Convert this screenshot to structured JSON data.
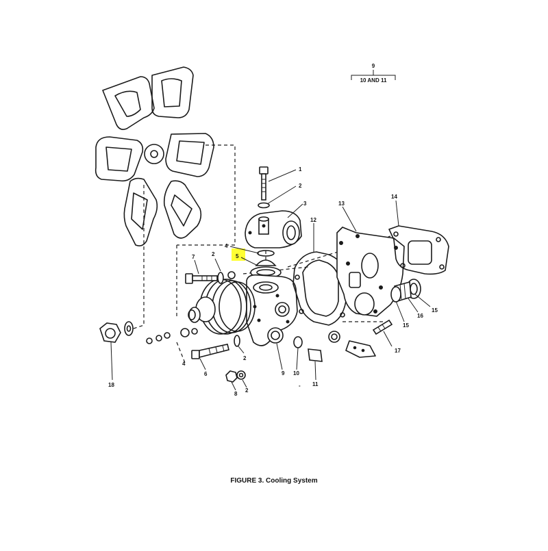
{
  "figure": {
    "caption": "FIGURE 3. Cooling System"
  },
  "bracket": {
    "top": "9",
    "bottom": "10 AND 11"
  },
  "highlight_color": "#ffff33",
  "callouts": {
    "c1": "1",
    "c2a": "2",
    "c3": "3",
    "c4": "4",
    "c5": "5",
    "c7": "7",
    "c2b": "2",
    "c12": "12",
    "c13": "13",
    "c14": "14",
    "c15a": "15",
    "c16": "16",
    "c15b": "15",
    "c17": "17",
    "c18": "18",
    "c6": "6",
    "c2c": "2",
    "c8": "8",
    "c2d": "2",
    "c9": "9",
    "c10": "10",
    "c11": "11",
    "c4b": "4",
    "dash": "-"
  }
}
